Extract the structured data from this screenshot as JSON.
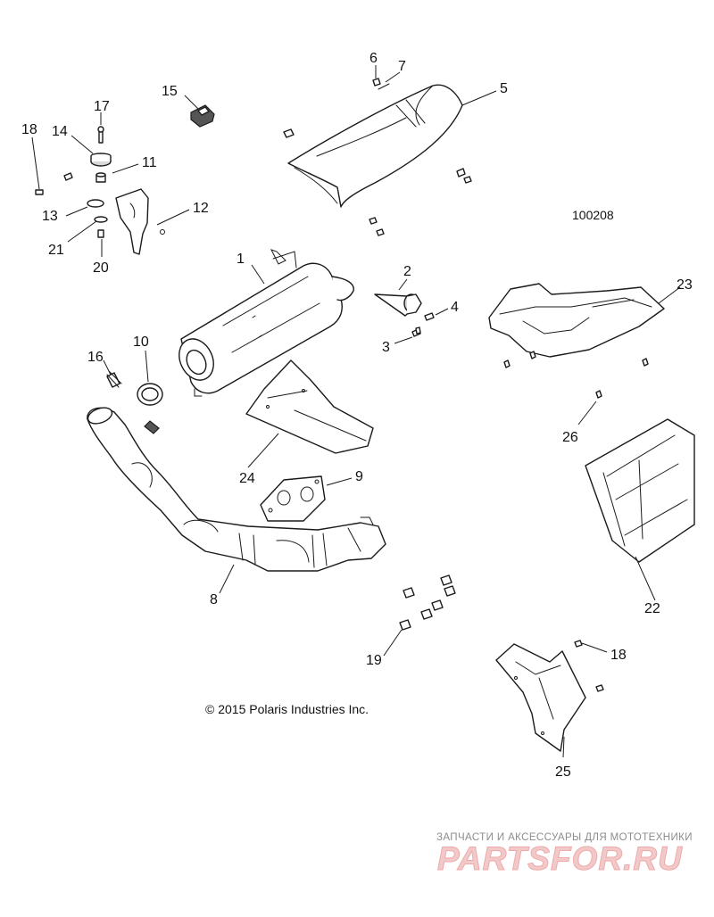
{
  "diagram": {
    "id_label": "100208",
    "copyright": "© 2015 Polaris Industries Inc.",
    "callouts": [
      {
        "number": "1"
      },
      {
        "number": "2"
      },
      {
        "number": "3"
      },
      {
        "number": "4"
      },
      {
        "number": "5"
      },
      {
        "number": "6"
      },
      {
        "number": "7"
      },
      {
        "number": "8"
      },
      {
        "number": "9"
      },
      {
        "number": "10"
      },
      {
        "number": "11"
      },
      {
        "number": "12"
      },
      {
        "number": "13"
      },
      {
        "number": "14"
      },
      {
        "number": "15"
      },
      {
        "number": "16"
      },
      {
        "number": "17"
      },
      {
        "number": "18"
      },
      {
        "number": "19"
      },
      {
        "number": "20"
      },
      {
        "number": "21"
      },
      {
        "number": "22"
      },
      {
        "number": "23"
      },
      {
        "number": "24"
      },
      {
        "number": "25"
      },
      {
        "number": "26"
      },
      {
        "number": "18"
      }
    ]
  },
  "watermark": {
    "tagline": "ЗАПЧАСТИ И АКСЕССУАРЫ ДЛЯ МОТОТЕХНИКИ",
    "logo_text": "PARTSFOR.RU",
    "color": "#e8a0a0"
  }
}
